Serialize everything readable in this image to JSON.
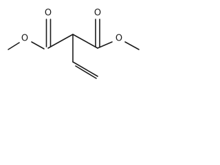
{
  "atoms": [
    {
      "key": "o_carbonyl_left",
      "element": "O"
    },
    {
      "key": "o_ester_left",
      "element": "O"
    },
    {
      "key": "o_carbonyl_right",
      "element": "O"
    },
    {
      "key": "o_ester_right",
      "element": "O"
    }
  ],
  "colors": {
    "bond": "#1a1a1a",
    "label": "#1a1a1a",
    "background": "#ffffff"
  }
}
